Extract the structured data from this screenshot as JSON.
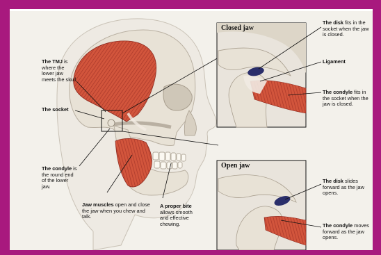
{
  "colors": {
    "border": "#a8197e",
    "background": "#f3f1eb",
    "bone": "#e8e2d6",
    "muscle": "#d2553c",
    "disk": "#2a2e6a"
  },
  "closed_panel": {
    "title": "Closed jaw",
    "disk": {
      "bold": "The disk",
      "text": " fits in the socket when the jaw is closed."
    },
    "ligament": {
      "bold": "Ligament",
      "text": ""
    },
    "condyle": {
      "bold": "The condyle",
      "text": " fits in the socket when the jaw is closed."
    }
  },
  "open_panel": {
    "title": "Open jaw",
    "disk": {
      "bold": "The disk",
      "text": " slides forward as the jaw opens."
    },
    "condyle": {
      "bold": "The condyle",
      "text": " moves forward as the jaw opens."
    }
  },
  "labels": {
    "tmj": {
      "bold": "The TMJ",
      "text": " is where the lower jaw meets the skull."
    },
    "socket": {
      "bold": "The socket",
      "text": ""
    },
    "condyle": {
      "bold": "The condyle",
      "text": " is the round end of the lower jaw."
    },
    "jaw_muscles": {
      "bold": "Jaw muscles",
      "text": " open and close the jaw when you chew and talk."
    },
    "bite": {
      "bold": "A proper bite",
      "text": " allows smooth and effective chewing."
    }
  }
}
